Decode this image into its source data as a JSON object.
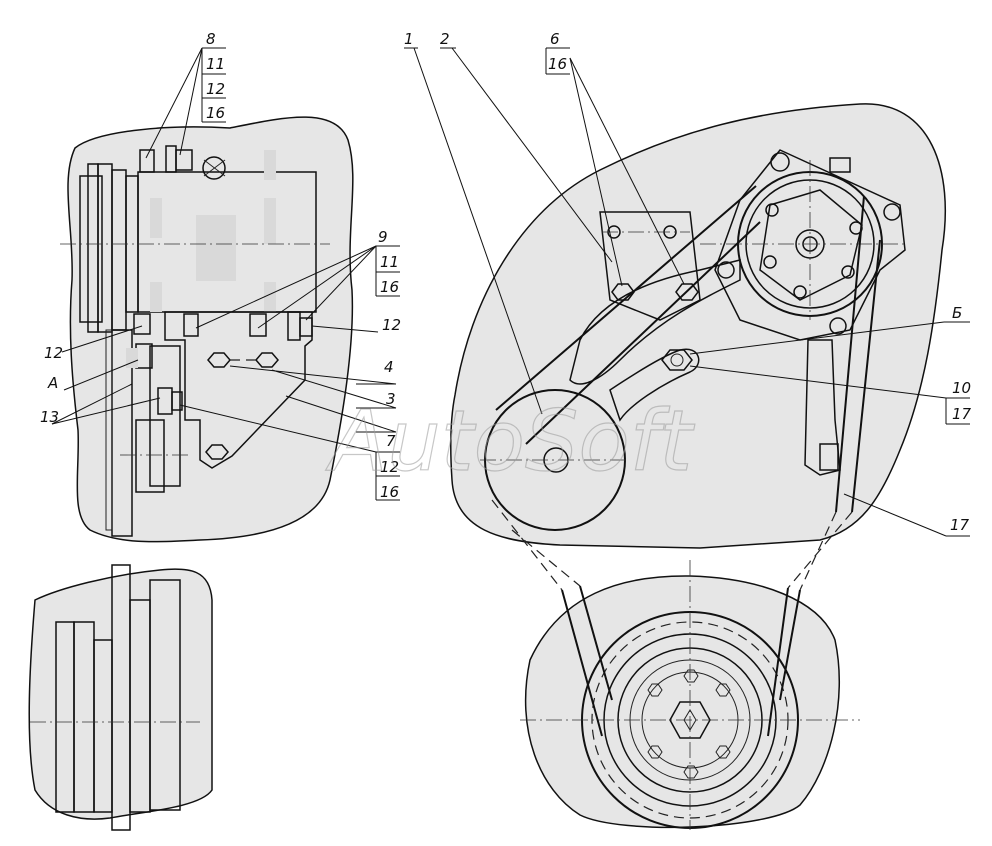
{
  "diagram": {
    "watermark": "AutoSoft",
    "colors": {
      "line": "#111111",
      "shade": "#d9d9d9",
      "paper": "#ffffff"
    },
    "callouts": {
      "c8": "8",
      "c8_11": "11",
      "c8_12": "12",
      "c8_16": "16",
      "c9": "9",
      "c9_11": "11",
      "c9_16": "16",
      "c12_left": "12",
      "c12_right": "12",
      "cA": "А",
      "c13": "13",
      "c4": "4",
      "c3": "3",
      "c7": "7",
      "c12_low": "12",
      "c16_low": "16",
      "c1": "1",
      "c2": "2",
      "c6": "6",
      "c6_16": "16",
      "cB": "Б",
      "c10": "10",
      "c10_17": "17",
      "c17": "17"
    }
  }
}
